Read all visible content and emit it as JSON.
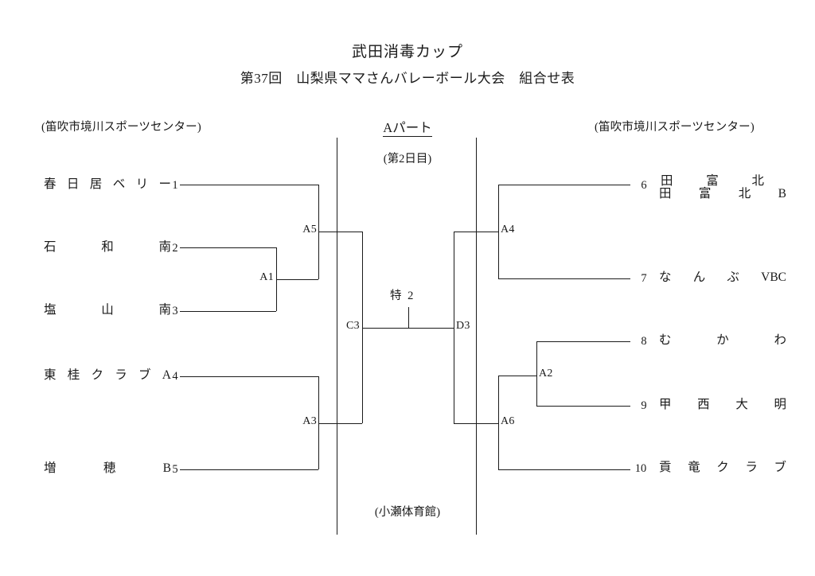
{
  "header": {
    "title": "武田消毒カップ",
    "subtitle": "第37回　山梨県ママさんバレーボール大会　組合せ表"
  },
  "venues": {
    "left": "(笛吹市境川スポーツセンター)",
    "right": "(笛吹市境川スポーツセンター)",
    "bottom": "(小瀬体育館)"
  },
  "part": {
    "label": "Aパート",
    "day": "(第2日目)"
  },
  "bracket": {
    "left_teams": [
      {
        "seed": "1",
        "name": "春日居ベリー"
      },
      {
        "seed": "2",
        "name": "石和南"
      },
      {
        "seed": "3",
        "name": "塩山南"
      },
      {
        "seed": "4",
        "name": "東桂クラブA"
      },
      {
        "seed": "5",
        "name": "増穂B"
      }
    ],
    "right_teams": [
      {
        "seed": "6",
        "name": "田富北",
        "name_alt": "田富北B"
      },
      {
        "seed": "7",
        "name": "なんぶVBC"
      },
      {
        "seed": "8",
        "name": "むかわ"
      },
      {
        "seed": "9",
        "name": "甲西大明"
      },
      {
        "seed": "10",
        "name": "貢竜クラブ"
      }
    ],
    "nodes": {
      "a1": "A1",
      "a5": "A5",
      "a3": "A3",
      "c3": "C3",
      "d3": "D3",
      "a4": "A4",
      "a2": "A2",
      "a6": "A6"
    },
    "center_match": "特 2"
  },
  "colors": {
    "ink": "#1a1a1a",
    "paper": "#ffffff"
  }
}
